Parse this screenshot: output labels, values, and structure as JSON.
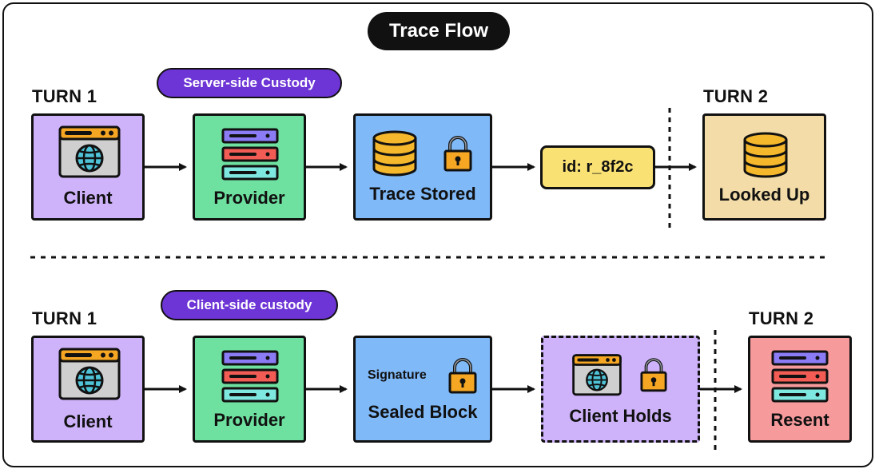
{
  "title": "Trace Flow",
  "top": {
    "custody_label": "Server-side Custody",
    "turn1": "TURN 1",
    "turn2": "TURN 2",
    "client": "Client",
    "provider": "Provider",
    "stored": "Trace Stored",
    "id_label": "id: r_8f2c",
    "looked_up": "Looked Up"
  },
  "bottom": {
    "custody_label": "Client-side custody",
    "turn1": "TURN 1",
    "turn2": "TURN 2",
    "client": "Client",
    "provider": "Provider",
    "signature": "Signature",
    "sealed": "Sealed Block",
    "holds": "Client Holds",
    "resent": "Resent"
  },
  "colors": {
    "client": "#cfb3fa",
    "provider": "#6ee0a0",
    "store": "#7fb9f8",
    "lookup": "#f3dca8",
    "resent": "#f69a9c",
    "id_tag": "#f9e174",
    "pill": "#6d34d6"
  }
}
